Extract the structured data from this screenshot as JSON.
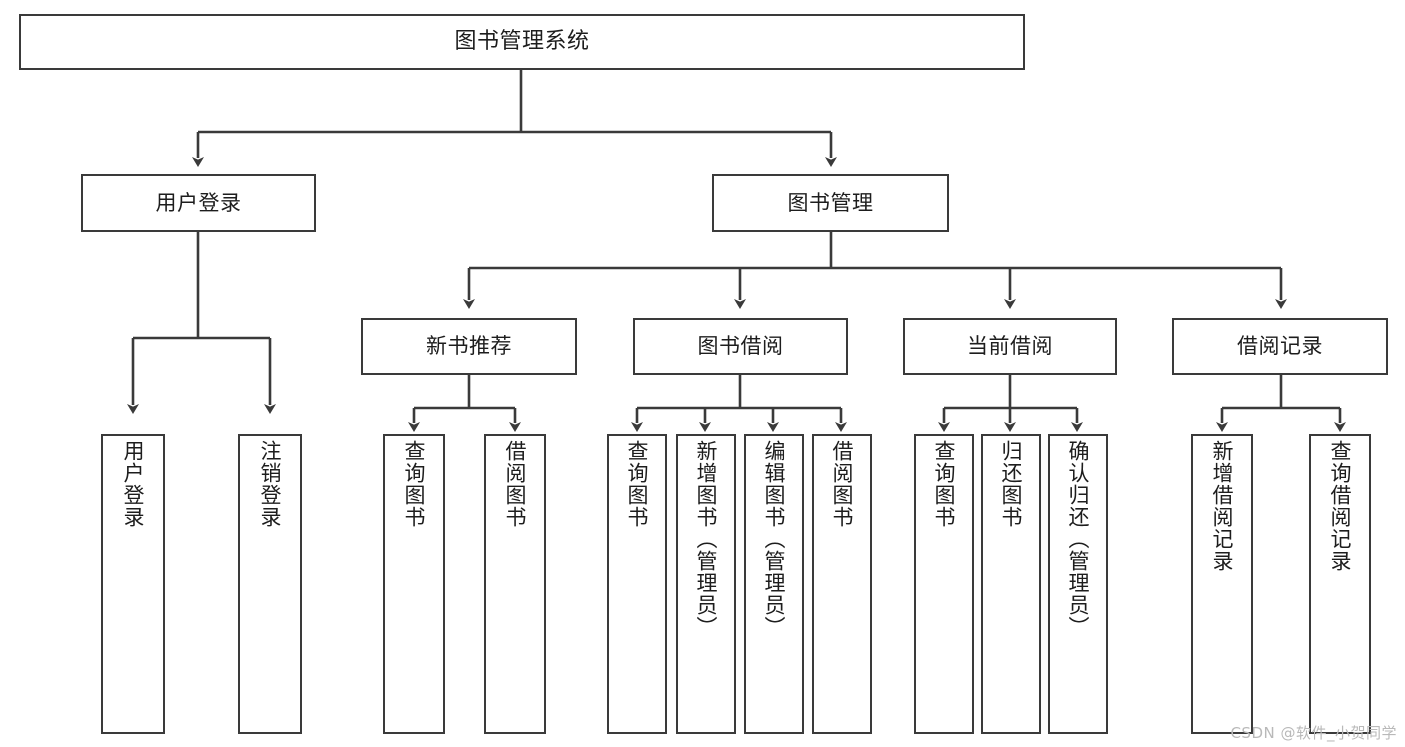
{
  "diagram": {
    "title": "图书管理系统",
    "type": "tree-hierarchy",
    "watermark": "CSDN @软件_小贺同学",
    "stroke_color": "#3a3a3a",
    "fill_color": "#ffffff",
    "text_color": "#1d1d1d"
  },
  "nodes": {
    "root": {
      "label": "图书管理系统"
    },
    "level2": [
      {
        "label": "用户登录"
      },
      {
        "label": "图书管理"
      }
    ],
    "level3": [
      {
        "label": "新书推荐"
      },
      {
        "label": "图书借阅"
      },
      {
        "label": "当前借阅"
      },
      {
        "label": "借阅记录"
      }
    ],
    "leaves": {
      "user_login": [
        {
          "label": "用户登录"
        },
        {
          "label": "注销登录"
        }
      ],
      "new_book_recommend": [
        {
          "label": "查询图书"
        },
        {
          "label": "借阅图书"
        }
      ],
      "book_borrow": [
        {
          "label": "查询图书"
        },
        {
          "label": "新增图书（管理员）"
        },
        {
          "label": "编辑图书（管理员）"
        },
        {
          "label": "借阅图书"
        }
      ],
      "current_borrow": [
        {
          "label": "查询图书"
        },
        {
          "label": "归还图书"
        },
        {
          "label": "确认归还（管理员）"
        }
      ],
      "borrow_record": [
        {
          "label": "新增借阅记录"
        },
        {
          "label": "查询借阅记录"
        }
      ]
    }
  }
}
